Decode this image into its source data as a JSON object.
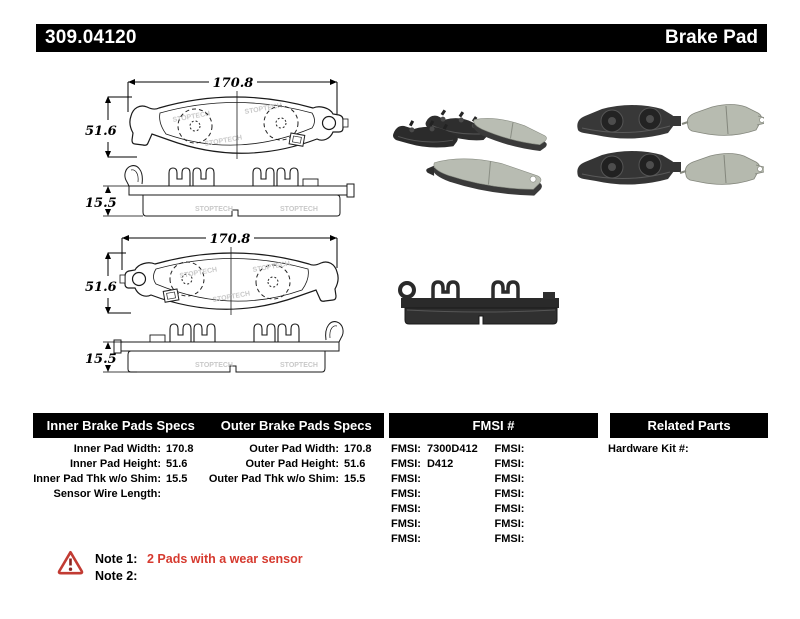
{
  "header": {
    "part_number": "309.04120",
    "title": "Brake Pad"
  },
  "drawings": {
    "top": {
      "width": "170.8",
      "height": "51.6",
      "thickness": "15.5"
    },
    "bottom": {
      "width": "170.8",
      "height": "51.6",
      "thickness": "15.5"
    },
    "watermark": "STOPTECH"
  },
  "table": {
    "headers": {
      "inner": "Inner Brake Pads Specs",
      "outer": "Outer Brake Pads Specs",
      "fmsi": "FMSI #",
      "related": "Related Parts"
    },
    "inner_specs": [
      {
        "label": "Inner Pad Width:",
        "value": "170.8"
      },
      {
        "label": "Inner Pad Height:",
        "value": "51.6"
      },
      {
        "label": "Inner Pad Thk w/o Shim:",
        "value": "15.5"
      },
      {
        "label": "Sensor Wire Length:",
        "value": ""
      }
    ],
    "outer_specs": [
      {
        "label": "Outer Pad Width:",
        "value": "170.8"
      },
      {
        "label": "Outer Pad Height:",
        "value": "51.6"
      },
      {
        "label": "Outer Pad Thk w/o Shim:",
        "value": "15.5"
      }
    ],
    "fmsi_rows": [
      {
        "l_label": "FMSI:",
        "l_value": "7300D412",
        "r_label": "FMSI:",
        "r_value": ""
      },
      {
        "l_label": "FMSI:",
        "l_value": "D412",
        "r_label": "FMSI:",
        "r_value": ""
      },
      {
        "l_label": "FMSI:",
        "l_value": "",
        "r_label": "FMSI:",
        "r_value": ""
      },
      {
        "l_label": "FMSI:",
        "l_value": "",
        "r_label": "FMSI:",
        "r_value": ""
      },
      {
        "l_label": "FMSI:",
        "l_value": "",
        "r_label": "FMSI:",
        "r_value": ""
      },
      {
        "l_label": "FMSI:",
        "l_value": "",
        "r_label": "FMSI:",
        "r_value": ""
      },
      {
        "l_label": "FMSI:",
        "l_value": "",
        "r_label": "FMSI:",
        "r_value": ""
      }
    ],
    "related": [
      {
        "label": "Hardware Kit #:",
        "value": ""
      }
    ]
  },
  "notes": {
    "note1_label": "Note 1:",
    "note1_text": "2 Pads with a wear sensor",
    "note2_label": "Note 2:",
    "note2_text": ""
  },
  "colors": {
    "bar_black": "#000000",
    "note_red": "#d63a2f",
    "warning_red": "#c23b33",
    "pad_friction": "#b8bcb2",
    "pad_backing": "#2f2f2f"
  }
}
